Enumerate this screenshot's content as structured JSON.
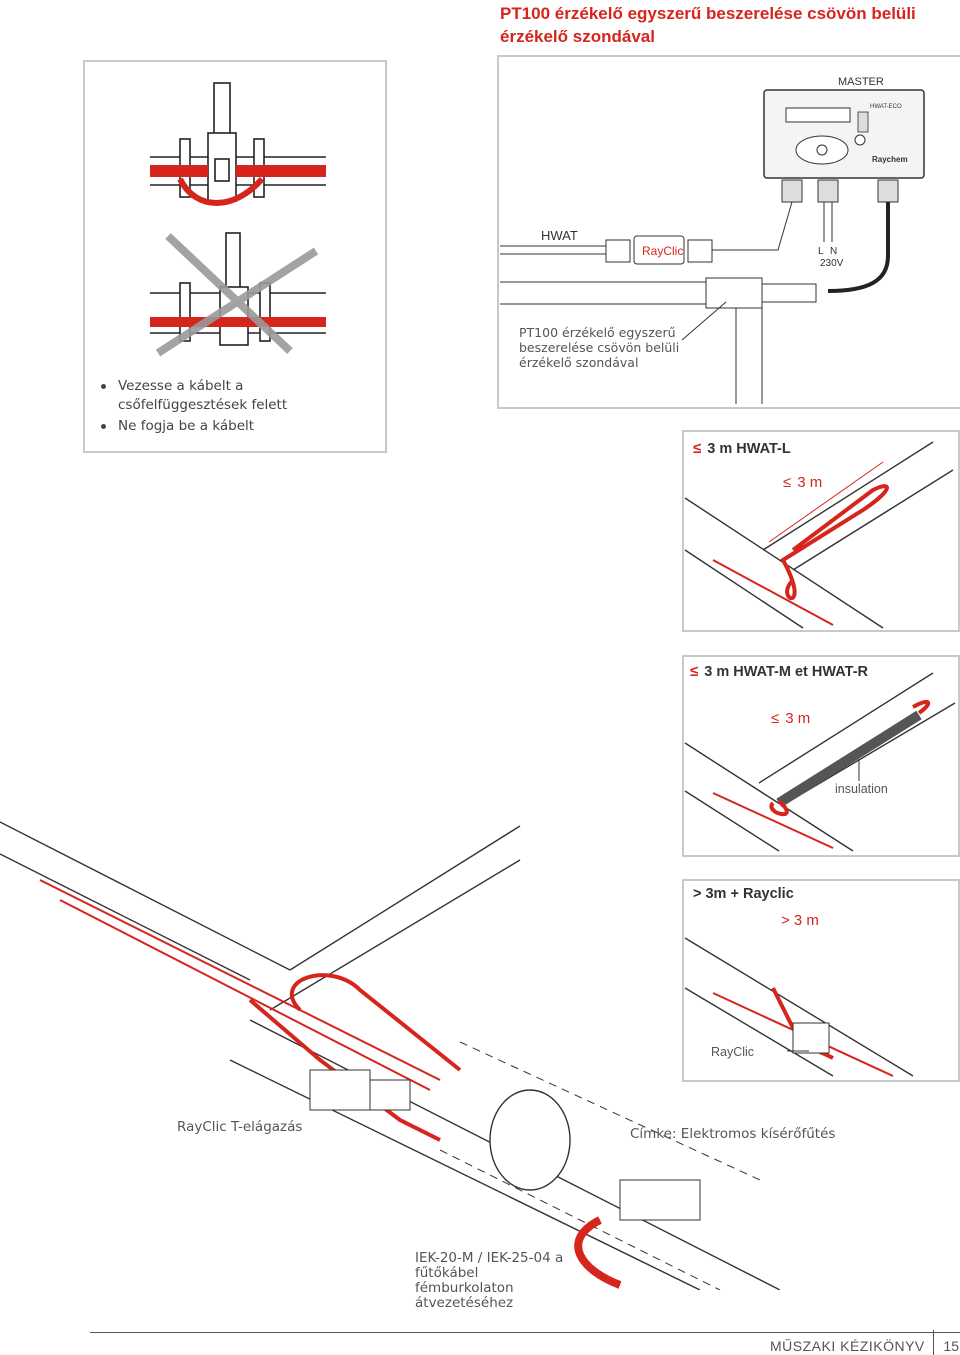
{
  "title": "PT100 érzékelő egyszerű beszerelése csövön belüli érzékelő szondával",
  "left_panel": {
    "bullets": [
      "Vezesse a kábelt a csőfelfüggesztések felett",
      "Ne fogja be a kábelt"
    ]
  },
  "controller": {
    "master_label": "MASTER",
    "model_label": "HWAT-ECO",
    "brand_label": "Raychem",
    "hwat_label": "HWAT",
    "rayclic_label": "RayClic",
    "terminal_l": "L",
    "terminal_n": "N",
    "voltage": "230V",
    "sensor_caption": "PT100 érzékelő egyszerű beszerelése csövön belüli érzékelő szondával"
  },
  "panel_l": {
    "heading": "3 m HWAT-L",
    "length": "3 m"
  },
  "panel_mr": {
    "heading": "3 m HWAT-M et HWAT-R",
    "length": "3 m",
    "insulation": "insulation"
  },
  "panel_rayclic": {
    "heading": "> 3m + Rayclic",
    "length": "> 3 m",
    "rayclic": "RayClic"
  },
  "bottom": {
    "tee_caption": "RayClic T-elágazás",
    "label_caption": "Címke: Elektromos kísérőfűtés",
    "gland_caption": "IEK-20-M / IEK-25-04 a fűtőkábel fémburkolaton átvezetéséhez"
  },
  "footer": {
    "book": "MŰSZAKI KÉZIKÖNYV",
    "page": "15"
  },
  "colors": {
    "accent": "#d6251d",
    "frame": "#c9c9c9",
    "cross": "#9a9a9a"
  }
}
